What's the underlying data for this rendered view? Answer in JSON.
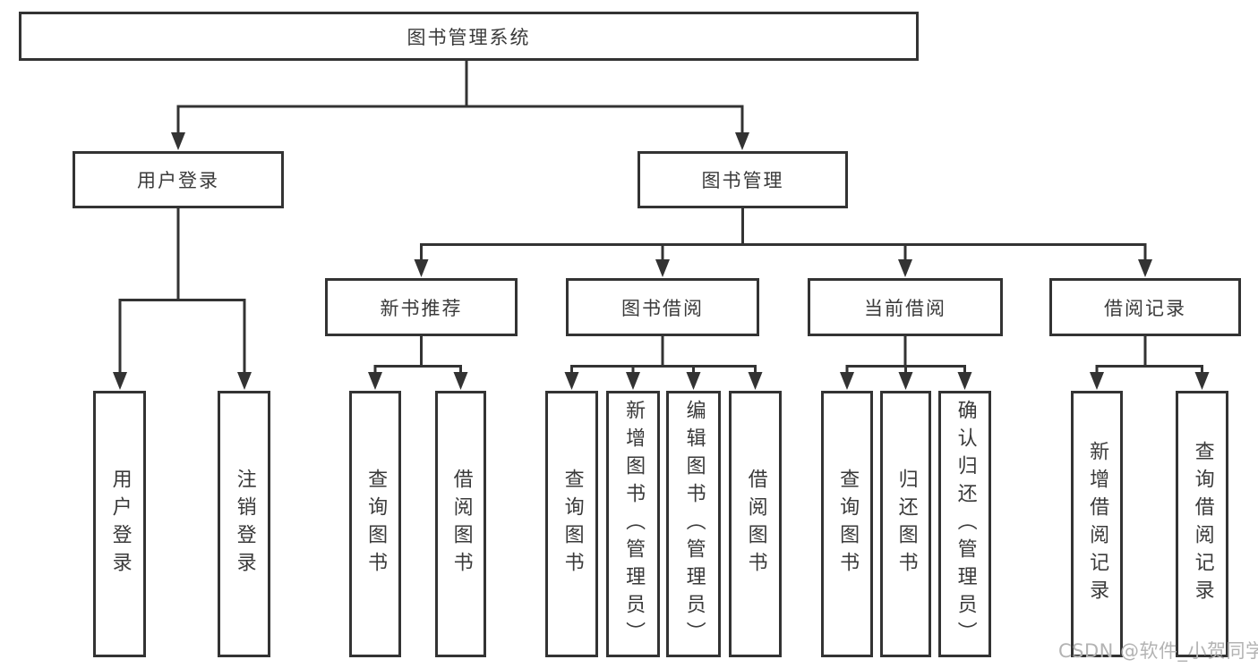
{
  "diagram": {
    "title": "图书管理系统",
    "branches": [
      {
        "label": "用户登录",
        "children": [
          {
            "label": "用户登录"
          },
          {
            "label": "注销登录"
          }
        ]
      },
      {
        "label": "图书管理",
        "children": [
          {
            "label": "新书推荐",
            "children": [
              {
                "label": "查询图书"
              },
              {
                "label": "借阅图书"
              }
            ]
          },
          {
            "label": "图书借阅",
            "children": [
              {
                "label": "查询图书"
              },
              {
                "label": "新增图书（管理员）"
              },
              {
                "label": "编辑图书（管理员）"
              },
              {
                "label": "借阅图书"
              }
            ]
          },
          {
            "label": "当前借阅",
            "children": [
              {
                "label": "查询图书"
              },
              {
                "label": "归还图书"
              },
              {
                "label": "确认归还（管理员）"
              }
            ]
          },
          {
            "label": "借阅记录",
            "children": [
              {
                "label": "新增借阅记录"
              },
              {
                "label": "查询借阅记录"
              }
            ]
          }
        ]
      }
    ]
  },
  "watermark": {
    "text": "CSDN @软件_小贺同学"
  },
  "colors": {
    "line": "#333333",
    "text": "#3a3a3a",
    "background": "#ffffff",
    "watermark": "#b3b3b3"
  }
}
